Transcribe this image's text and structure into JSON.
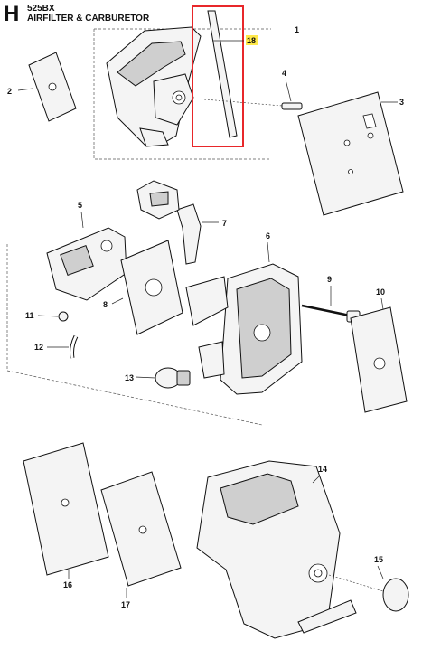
{
  "header": {
    "section_letter": "H",
    "model": "525BX",
    "title": "AIRFILTER & CARBURETOR"
  },
  "highlight": {
    "color": "#e8272a",
    "label_bg": "#ffe94a"
  },
  "callouts": [
    {
      "id": "c1",
      "number": "1"
    },
    {
      "id": "c2",
      "number": "2"
    },
    {
      "id": "c3",
      "number": "3"
    },
    {
      "id": "c4",
      "number": "4"
    },
    {
      "id": "c5",
      "number": "5"
    },
    {
      "id": "c6",
      "number": "6"
    },
    {
      "id": "c7",
      "number": "7"
    },
    {
      "id": "c8",
      "number": "8"
    },
    {
      "id": "c9",
      "number": "9"
    },
    {
      "id": "c10",
      "number": "10"
    },
    {
      "id": "c11",
      "number": "11"
    },
    {
      "id": "c12",
      "number": "12"
    },
    {
      "id": "c13",
      "number": "13"
    },
    {
      "id": "c14",
      "number": "14"
    },
    {
      "id": "c15",
      "number": "15"
    },
    {
      "id": "c16",
      "number": "16"
    },
    {
      "id": "c17",
      "number": "17"
    },
    {
      "id": "c18",
      "number": "18"
    }
  ]
}
